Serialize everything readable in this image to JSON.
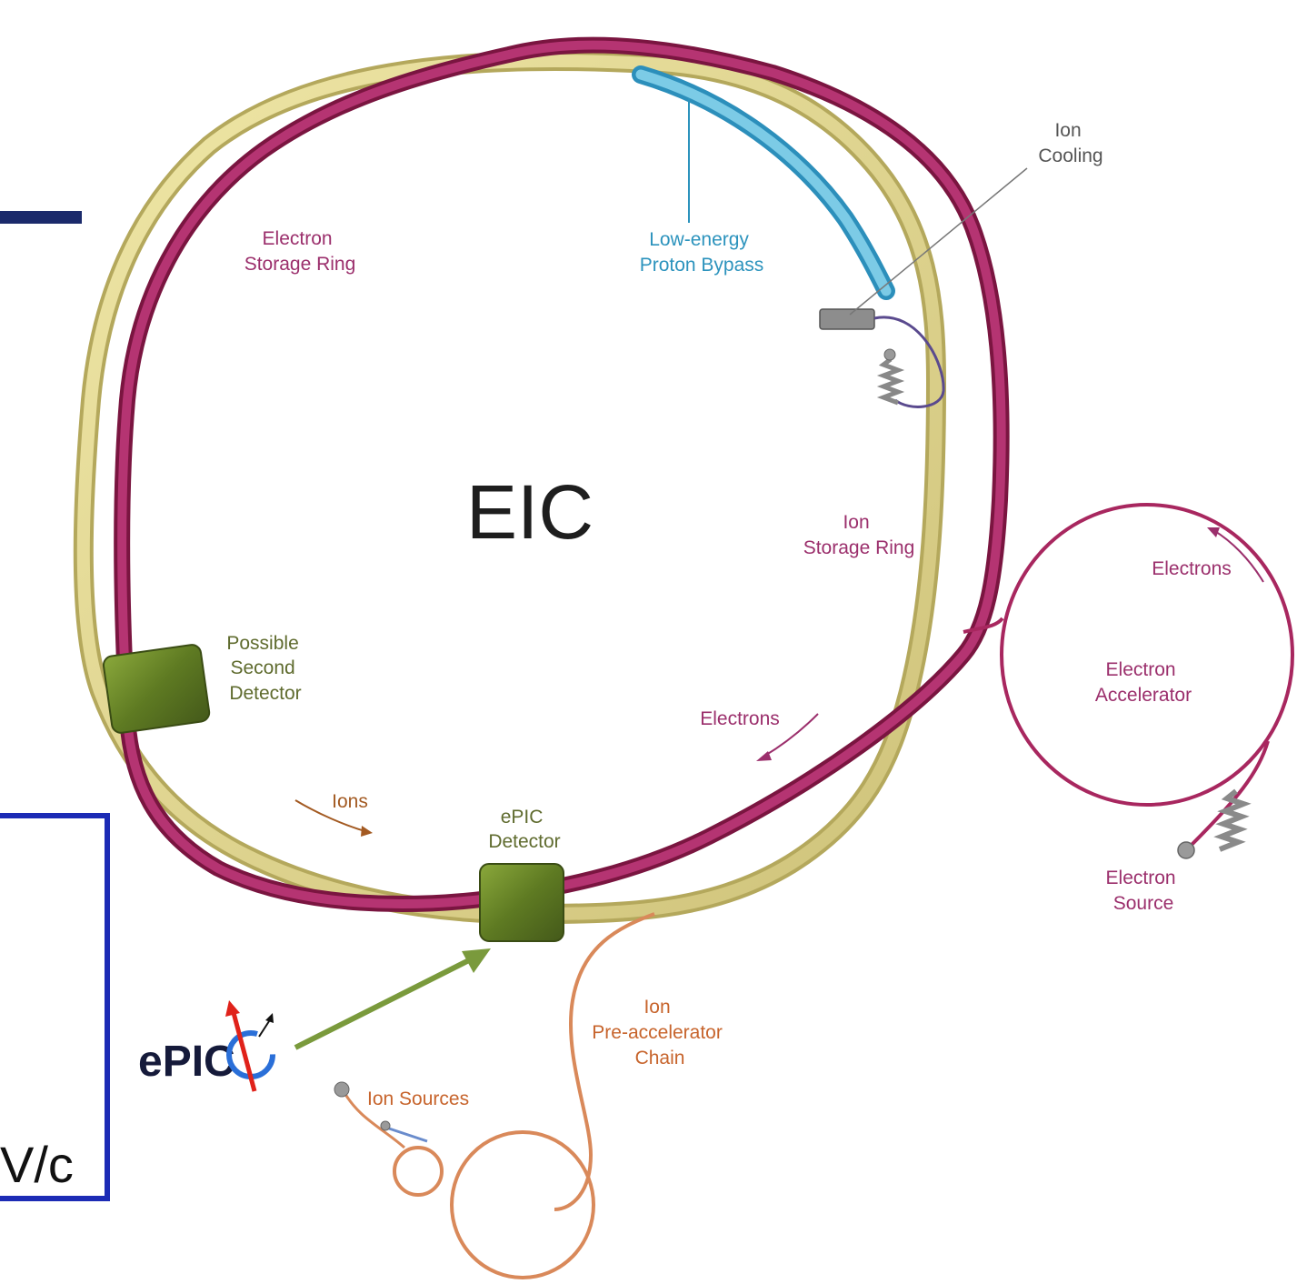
{
  "title": "EIC",
  "labels": {
    "electron_storage_ring": [
      "Electron",
      "Storage Ring"
    ],
    "low_energy_bypass": [
      "Low-energy",
      "Proton Bypass"
    ],
    "ion_cooling": [
      "Ion",
      "Cooling"
    ],
    "ion_storage_ring": [
      "Ion",
      "Storage Ring"
    ],
    "electrons_right": "Electrons",
    "electrons_ring": "Electrons",
    "electron_accelerator": [
      "Electron",
      "Accelerator"
    ],
    "electron_source": [
      "Electron",
      "Source"
    ],
    "possible_second_detector": [
      "Possible",
      "Second",
      "Detector"
    ],
    "ions": "Ions",
    "epic_detector": [
      "ePIC",
      "Detector"
    ],
    "ion_preaccelerator": [
      "Ion",
      "Pre-accelerator",
      "Chain"
    ],
    "ion_sources": "Ion Sources"
  },
  "logo": "ePIC",
  "partial_box_text": "V/c",
  "colors": {
    "electron_ring": "#a8275f",
    "ion_ring": "#e3d98f",
    "bypass": "#5fb8d8",
    "detector": "#6e8b2a",
    "preaccelerator": "#d9895a",
    "dark_bar": "#1b2a6b",
    "box_border": "#1c2bb5",
    "pointer_arrow": "#7a9a3c"
  }
}
